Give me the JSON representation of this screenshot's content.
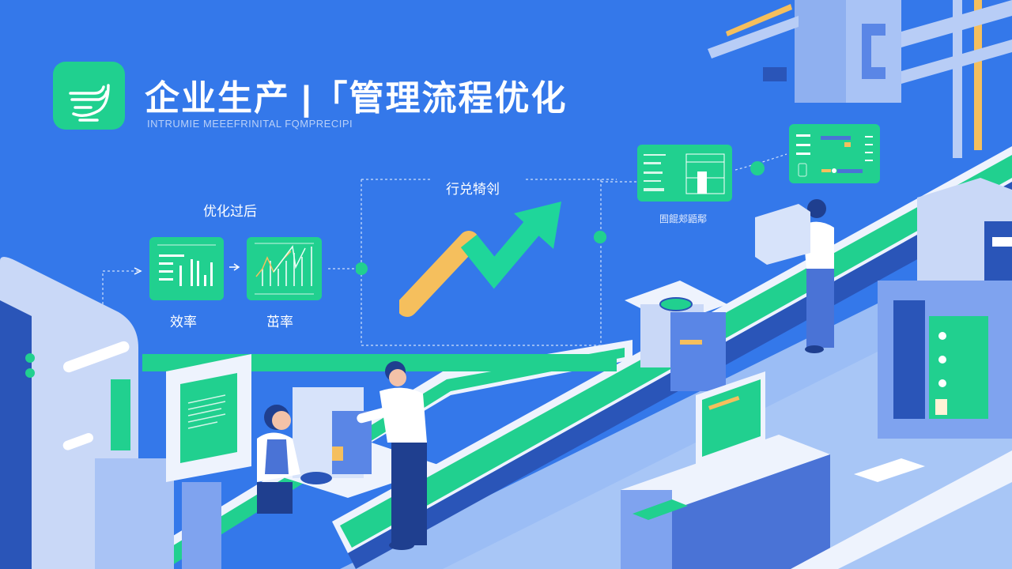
{
  "header": {
    "title": "企业生产 |「管理流程优化",
    "subtitle": "INTRUMIE MEEEFRINITAL FQMPRECIPI",
    "logo_icon": "stacked-bowl-icon"
  },
  "process": {
    "heading": "优化过后",
    "cards": [
      {
        "label": "效率",
        "icon": "bar-chart-icon"
      },
      {
        "label": "茁率",
        "icon": "line-chart-icon"
      }
    ]
  },
  "trend": {
    "heading": "行兑犄刢",
    "icon": "trend-up-arrow-icon"
  },
  "dashboard": {
    "caption": "囿餛郏鼯鄅"
  },
  "colors": {
    "background": "#3478ea",
    "accent_green": "#21d08f",
    "accent_orange": "#f5bf5d",
    "machine_light": "#c9d8f7",
    "machine_mid": "#7fa3ef",
    "machine_dark": "#2a55b8",
    "floor": "#9bbdf5"
  }
}
